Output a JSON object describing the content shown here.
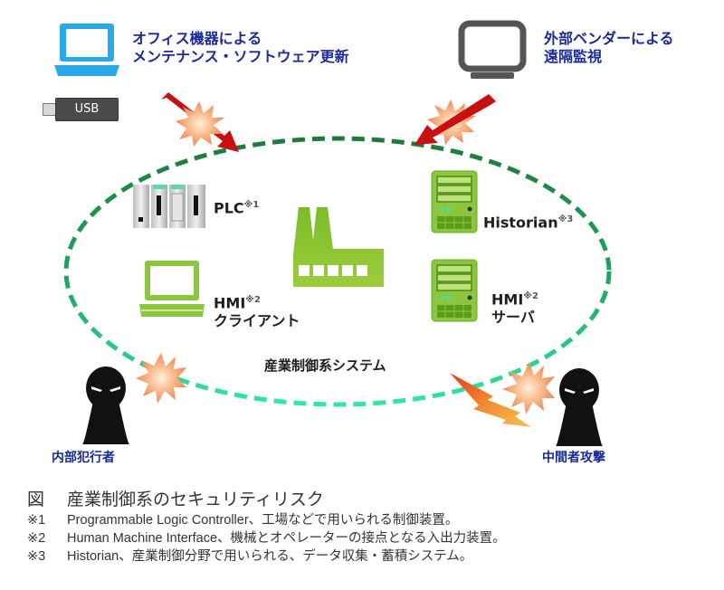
{
  "diagram": {
    "system_label": "産業制御系システム",
    "threats": {
      "office_maintenance": {
        "line1": "オフィス機器による",
        "line2": "メンテナンス・ソフトウェア更新",
        "usb_label": "USB"
      },
      "remote_monitoring": {
        "line1": "外部ベンダーによる",
        "line2": "遠隔監視"
      },
      "insider": "内部犯行者",
      "mitm": "中間者攻撃"
    },
    "components": {
      "plc": {
        "label": "PLC",
        "note": "※1"
      },
      "historian": {
        "label": "Historian",
        "note": "※3"
      },
      "hmi_client": {
        "label": "HMI",
        "note": "※2",
        "sub": "クライアント"
      },
      "hmi_server": {
        "label": "HMI",
        "note": "※2",
        "sub": "サーバ"
      }
    },
    "colors": {
      "label_blue": "#1a2a9c",
      "device_green": "#8cc63f",
      "ellipse_top": "#1f7a3a",
      "ellipse_bottom": "#2ee0a0",
      "arrow_red": "#d01010",
      "burst": "#f8a070"
    }
  },
  "caption": {
    "title_mark": "図",
    "title": "産業制御系のセキュリティリスク",
    "notes": [
      {
        "mark": "※1",
        "text": "Programmable Logic Controller、工場などで用いられる制御装置。"
      },
      {
        "mark": "※2",
        "text": "Human Machine Interface、機械とオペレーターの接点となる入出力装置。"
      },
      {
        "mark": "※3",
        "text": "Historian、産業制御分野で用いられる、データ収集・蓄積システム。"
      }
    ]
  }
}
